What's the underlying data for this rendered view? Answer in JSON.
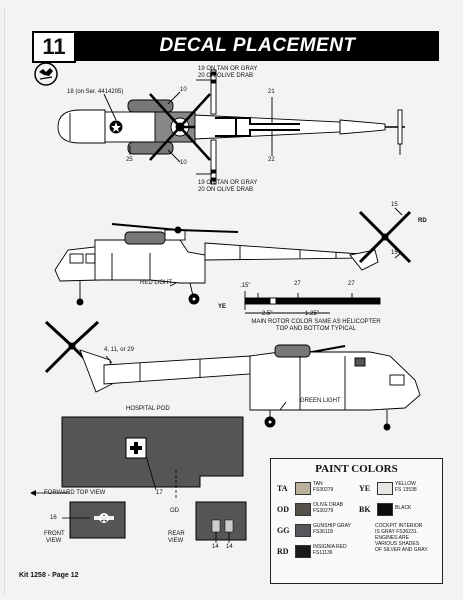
{
  "header": {
    "step_number": "11",
    "title": "DECAL PLACEMENT"
  },
  "top_view": {
    "callouts": {
      "top_tan_gray": "19 ON TAN OR GRAY",
      "top_olive": "20 ON OLIVE DRAB",
      "on_ser": "18  (on Ser. 4414205)",
      "c10a": "10",
      "c10b": "10",
      "c21": "21",
      "c25": "25",
      "c22": "22",
      "bottom_tan_gray": "19 ON TAN OR GRAY",
      "bottom_olive": "20 ON OLIVE DRAB"
    }
  },
  "side_view": {
    "callouts": {
      "c15a": "15",
      "rd": "RD",
      "c15b": "15",
      "red_light": "RED LIGHT",
      "dim_15": ".15\"",
      "c27a": "27",
      "c27b": "27",
      "ye": "YE",
      "dim_25": "2.5\"",
      "dim_125": "1.25\"",
      "rotor_note_1": "MAIN ROTOR COLOR SAME AS HELICOPTER",
      "rotor_note_2": "TOP AND BOTTOM TYPICAL"
    }
  },
  "bottom_view": {
    "callouts": {
      "c4_11_29": "4, 11, or 29",
      "green_light": "GREEN LIGHT"
    }
  },
  "pod": {
    "title": "HOSPITAL POD",
    "c17": "17",
    "forward_top_view": "FORWARD  TOP  VIEW",
    "od": "OD",
    "c16": "16",
    "front_view_1": "FRONT",
    "front_view_2": "VIEW",
    "rear_view_1": "REAR",
    "rear_view_2": "VIEW",
    "c14a": "14",
    "c14b": "14"
  },
  "paint_colors": {
    "title": "PAINT COLORS",
    "items": [
      {
        "code": "TA",
        "name": "TAN",
        "fs": "FS30279",
        "color": "#b9b19b"
      },
      {
        "code": "OD",
        "name": "OLIVE DRAB",
        "fs": "FS30279",
        "color": "#555049"
      },
      {
        "code": "GG",
        "name": "GUNSHIP GRAY",
        "fs": "FS36118",
        "color": "#58565a"
      },
      {
        "code": "RD",
        "name": "INSIGNIA RED",
        "fs": "FS11136",
        "color": "#1a1a1a"
      },
      {
        "code": "YE",
        "name": "YELLOW",
        "fs": "FS 13538",
        "color": "#e8e6e2"
      },
      {
        "code": "BK",
        "name": "BLACK",
        "fs": "",
        "color": "#0c0c0c"
      }
    ],
    "cockpit_note_1": "COCKPIT INTERIOR",
    "cockpit_note_2": "IS GRAY FS36231.",
    "cockpit_note_3": "ENGINES ARE",
    "cockpit_note_4": "VARIOUS SHADES",
    "cockpit_note_5": "OF SILVER AND GRAY."
  },
  "footer": {
    "page_label": "Kit 1258 - Page 12"
  }
}
